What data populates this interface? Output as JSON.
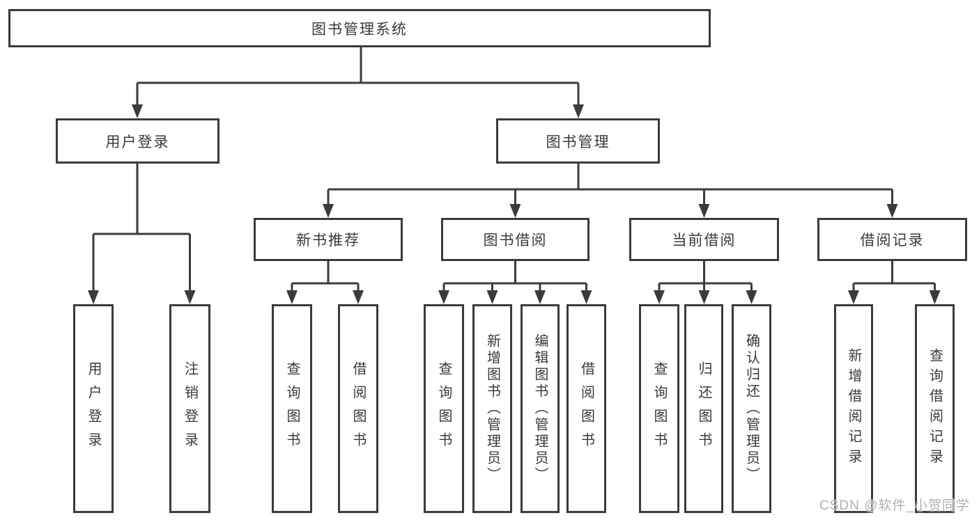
{
  "diagram": {
    "root": {
      "label": "图书管理系统"
    },
    "branches": [
      {
        "label": "用户登录",
        "children": [
          {
            "label": "用户登录"
          },
          {
            "label": "注销登录"
          }
        ]
      },
      {
        "label": "图书管理",
        "children": [
          {
            "label": "新书推荐",
            "children": [
              {
                "label": "查询图书"
              },
              {
                "label": "借阅图书"
              }
            ]
          },
          {
            "label": "图书借阅",
            "children": [
              {
                "label": "查询图书"
              },
              {
                "label": "新增图书（管理员）"
              },
              {
                "label": "编辑图书（管理员）"
              },
              {
                "label": "借阅图书"
              }
            ]
          },
          {
            "label": "当前借阅",
            "children": [
              {
                "label": "查询图书"
              },
              {
                "label": "归还图书"
              },
              {
                "label": "确认归还（管理员）"
              }
            ]
          },
          {
            "label": "借阅记录",
            "children": [
              {
                "label": "新增借阅记录"
              },
              {
                "label": "查询借阅记录"
              }
            ]
          }
        ]
      }
    ]
  },
  "watermark": {
    "text": "CSDN @软件_小贺同学"
  },
  "colors": {
    "line": "#3b3b3b",
    "text": "#3a3a3a",
    "background": "#ffffff",
    "watermark": "#b0b0b0"
  }
}
